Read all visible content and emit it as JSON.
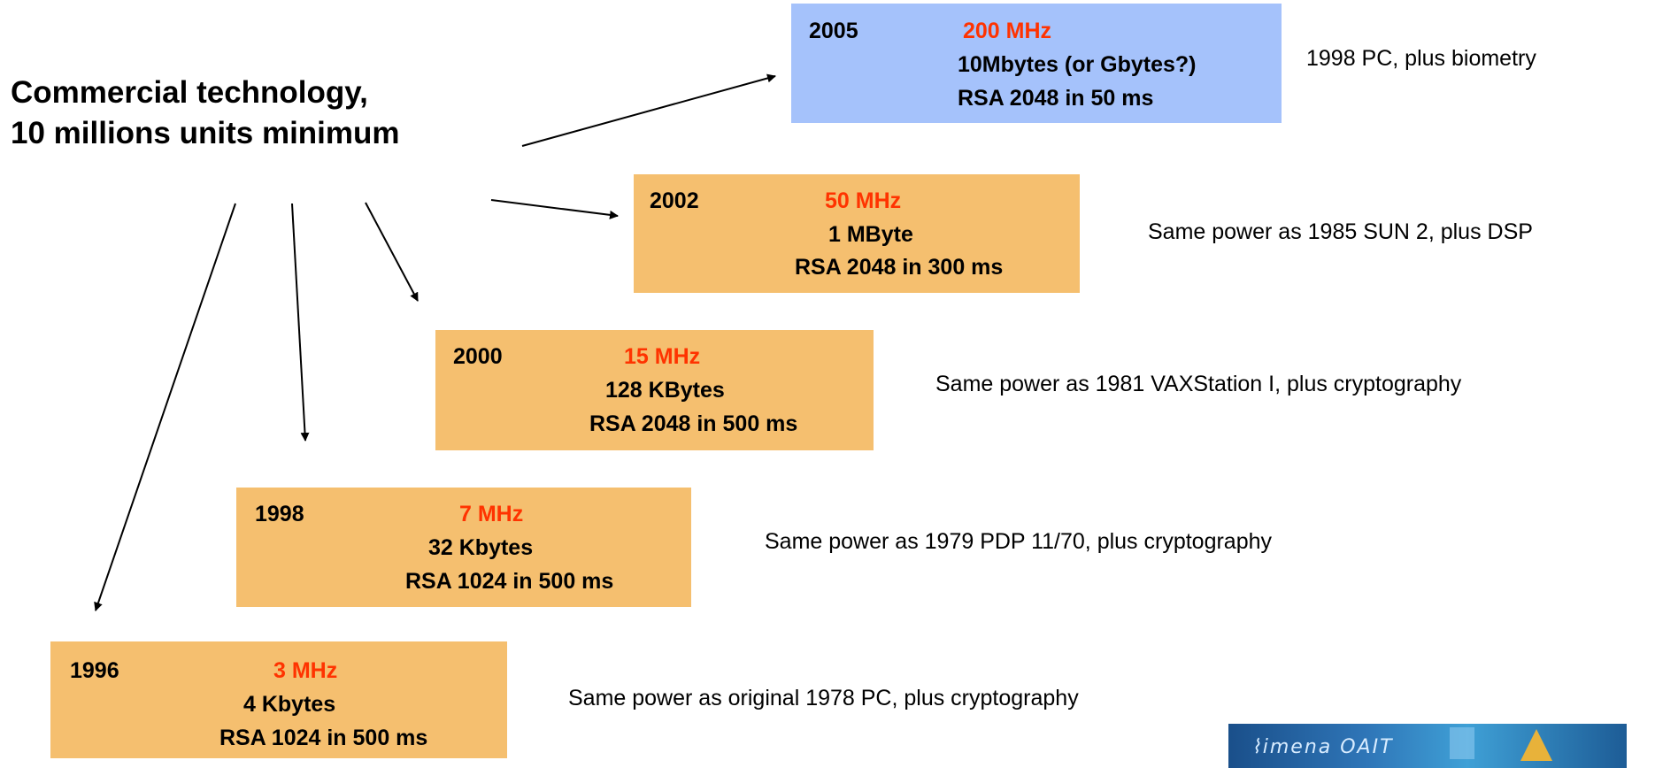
{
  "headline": {
    "line1": "Commercial technology,",
    "line2": "10 millions units minimum"
  },
  "generations": [
    {
      "year": "1996",
      "clock": "3 MHz",
      "memory": "4 Kbytes",
      "rsa": "RSA 1024 in 500 ms",
      "note": "Same power as original 1978 PC, plus cryptography"
    },
    {
      "year": "1998",
      "clock": "7 MHz",
      "memory": "32 Kbytes",
      "rsa": "RSA 1024 in 500 ms",
      "note": "Same power as 1979 PDP 11/70, plus cryptography"
    },
    {
      "year": "2000",
      "clock": "15 MHz",
      "memory": "128 KBytes",
      "rsa": "RSA 2048 in 500 ms",
      "note": "Same power as 1981 VAXStation I, plus cryptography"
    },
    {
      "year": "2002",
      "clock": "50 MHz",
      "memory": "1 MByte",
      "rsa": "RSA 2048 in 300 ms",
      "note": "Same power as 1985 SUN 2, plus DSP"
    },
    {
      "year": "2005",
      "clock": "200 MHz",
      "memory": "10Mbytes (or Gbytes?)",
      "rsa": "RSA 2048 in 50 ms",
      "note": "1998 PC, plus biometry"
    }
  ],
  "colors": {
    "box": "#f5bf6f",
    "box_future": "#a5c2fb",
    "clock_text": "#ff3300"
  }
}
